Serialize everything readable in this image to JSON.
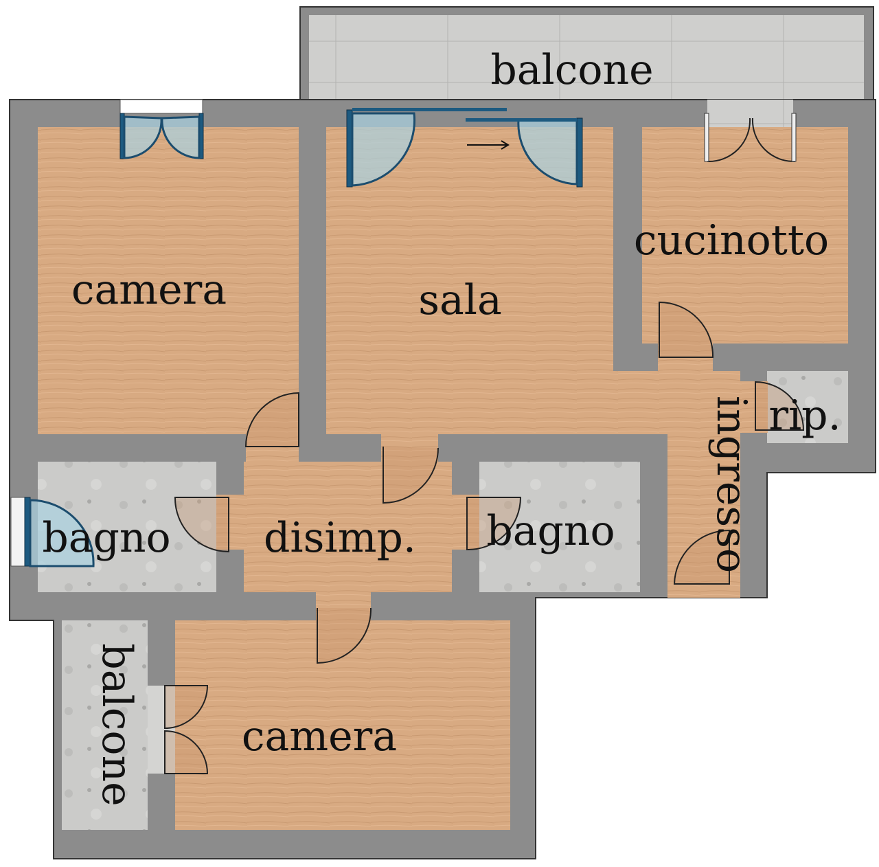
{
  "plan": {
    "rooms": {
      "balcone_top": "balcone",
      "camera_top": "camera",
      "sala": "sala",
      "cucinotto": "cucinotto",
      "ripostiglio": "rip.",
      "ingresso": "ingresso",
      "disimpegno": "disimp.",
      "bagno_left": "bagno",
      "bagno_right": "bagno",
      "camera_bottom": "camera",
      "balcone_left": "balcone"
    },
    "colors": {
      "wall": "#8c8c8c",
      "wood": "#d9ab84",
      "tile": "#c8c8c6",
      "glass_frame": "#1d5a80"
    }
  }
}
